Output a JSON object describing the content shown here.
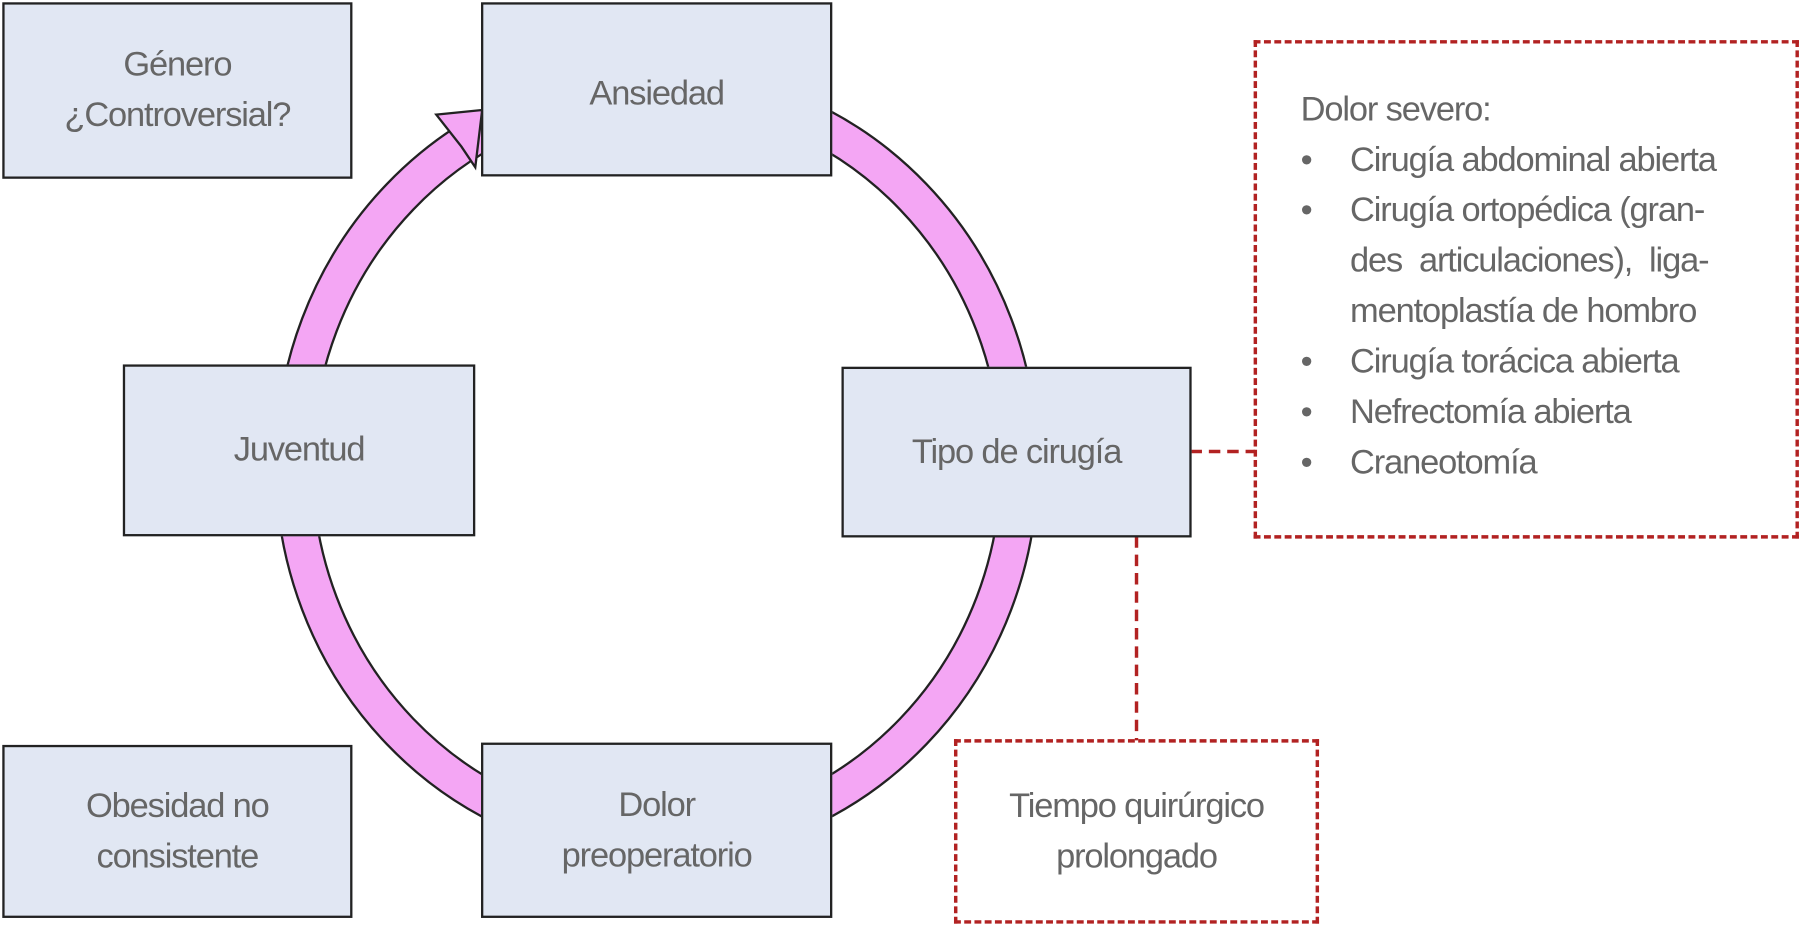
{
  "boxes": {
    "genero": [
      "Género",
      "¿Controversial?"
    ],
    "ansiedad": "Ansiedad",
    "juventud": "Juventud",
    "tipo": "Tipo de cirugía",
    "obesidad": [
      "Obesidad no",
      "consistente"
    ],
    "dolor": [
      "Dolor",
      "preoperatorio"
    ]
  },
  "severe": {
    "title": "Dolor severo:",
    "items": [
      "Cirugía abdominal abierta",
      "Cirugía ortopédica (gran-des articulaciones), liga-mentoplastía de hombro",
      "Cirugía torácica abierta",
      "Nefrectomía abierta",
      "Craneotomía"
    ],
    "item2_lines": [
      "Cirugía ortopédica (gran-",
      "des  articulaciones),  liga-",
      "mentoplastía de hombro"
    ]
  },
  "tiempo": [
    "Tiempo quirúrgico",
    "prolongado"
  ],
  "colors": {
    "ring": "#f4a6f4",
    "box": "#e1e7f3",
    "dash": "#b22222",
    "text": "#666666"
  }
}
